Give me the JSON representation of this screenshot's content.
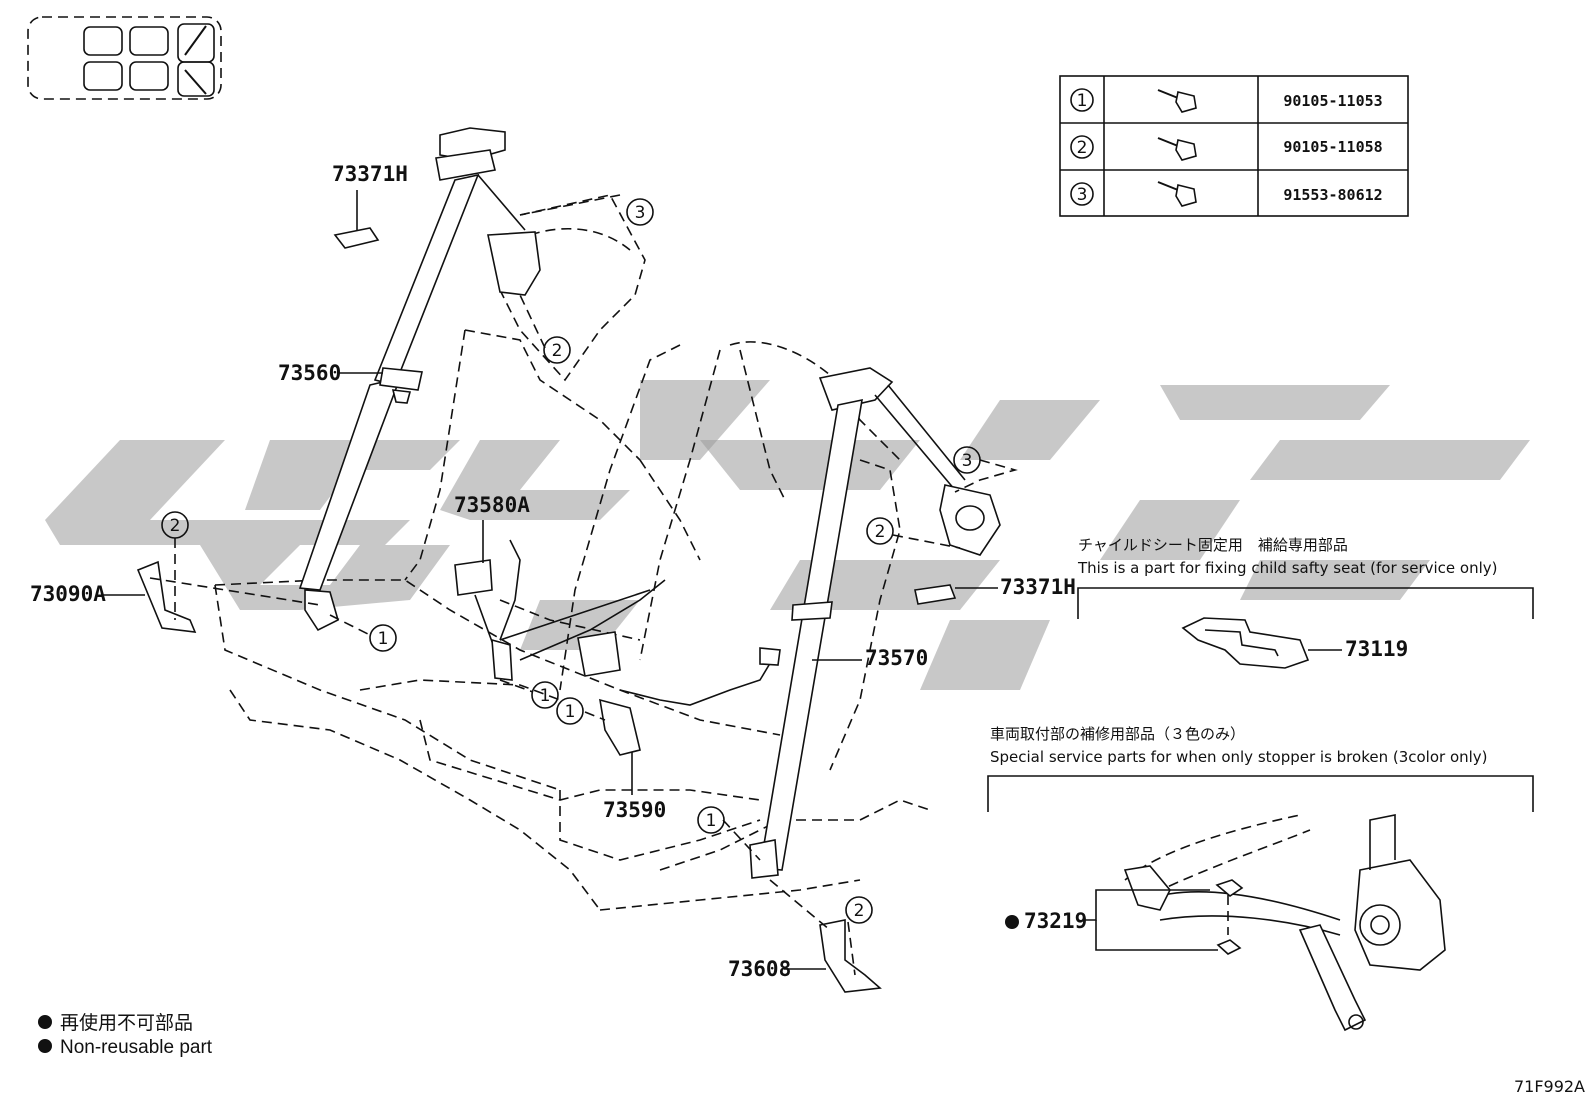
{
  "figure_code": "71F992A",
  "fastener_table": [
    {
      "ref": "1",
      "part_no": "90105-11053"
    },
    {
      "ref": "2",
      "part_no": "90105-11058"
    },
    {
      "ref": "3",
      "part_no": "91553-80612"
    }
  ],
  "part_labels": {
    "p73371H_top": "73371H",
    "p73560": "73560",
    "p73580A": "73580A",
    "p73090A": "73090A",
    "p73371H_right": "73371H",
    "p73570": "73570",
    "p73590": "73590",
    "p73608": "73608",
    "p73119": "73119",
    "p73219": "73219"
  },
  "ref_markers": {
    "r3_top": "3",
    "r2_top": "2",
    "r3_right": "3",
    "r2_right": "2",
    "r2_left": "2",
    "r1_a": "1",
    "r1_b": "1",
    "r1_c": "1",
    "r1_d": "1",
    "r2_bottom": "2"
  },
  "notes": {
    "child_seat_jp": "チャイルドシート固定用　補給専用部品",
    "child_seat_en": "This is a part for fixing child safty seat (for service only)",
    "stopper_jp": "車両取付部の補修用部品（３色のみ）",
    "stopper_en": "Special service parts for when only stopper is broken (3color only)"
  },
  "legend": {
    "jp": "再使用不可部品",
    "en": "Non-reusable part"
  }
}
